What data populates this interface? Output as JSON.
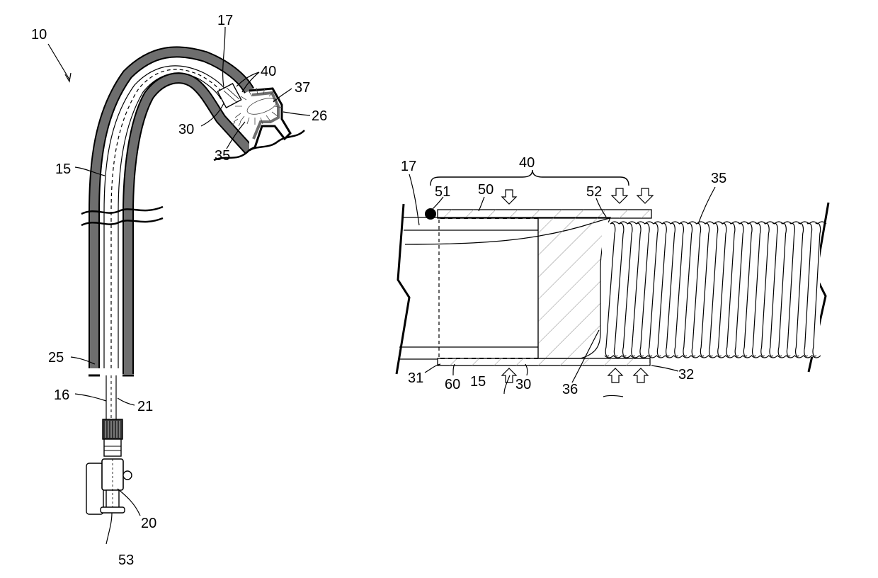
{
  "colors": {
    "ink": "#000000",
    "sheath": "#6e6e6e",
    "hatch": "#9a9a9a",
    "paper": "#ffffff"
  },
  "labels": {
    "ref_10": "10",
    "ref_17_a": "17",
    "ref_40_a": "40",
    "ref_37": "37",
    "ref_26": "26",
    "ref_30_a": "30",
    "ref_35_a": "35",
    "ref_15_a": "15",
    "ref_25": "25",
    "ref_16": "16",
    "ref_21": "21",
    "ref_20": "20",
    "ref_53": "53",
    "ref_17_b": "17",
    "ref_40_b": "40",
    "ref_51": "51",
    "ref_50": "50",
    "ref_52": "52",
    "ref_35_b": "35",
    "ref_31": "31",
    "ref_60": "60",
    "ref_15_b": "15",
    "ref_30_b": "30",
    "ref_36": "36",
    "ref_32": "32"
  }
}
